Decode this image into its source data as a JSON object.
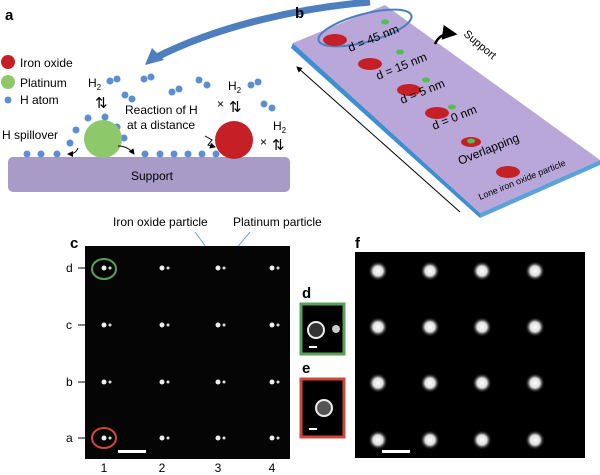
{
  "panels": {
    "a": "a",
    "b": "b",
    "c": "c",
    "d": "d",
    "e": "e",
    "f": "f"
  },
  "panel_a": {
    "legend": [
      "Iron oxide",
      "Platinum",
      "H atom"
    ],
    "h2": "H",
    "h2_sub": "2",
    "spillover": "H spillover",
    "reaction_line1": "Reaction of H",
    "reaction_line2": "at a distance",
    "cross": "×",
    "support": "Support"
  },
  "panel_b": {
    "distances": [
      "d = 45 nm",
      "d = 15 nm",
      "d = 5 nm",
      "d = 0 nm"
    ],
    "overlapping": "Overlapping",
    "lone": "Lone iron oxide particle",
    "support": "Support"
  },
  "panel_c": {
    "label_iron": "Iron oxide particle",
    "label_pt": "Platinum particle",
    "rows": [
      "d",
      "c",
      "b",
      "a"
    ],
    "cols": [
      "1",
      "2",
      "3",
      "4"
    ]
  },
  "colors": {
    "iron": "#c62027",
    "platinum": "#8dc96b",
    "h_atom": "#5b8fd0",
    "support": "#a99bc8",
    "board": "#b8a7d8",
    "arrow": "#4d7fbf",
    "green_frame": "#59a05a",
    "red_frame": "#d0473a"
  }
}
